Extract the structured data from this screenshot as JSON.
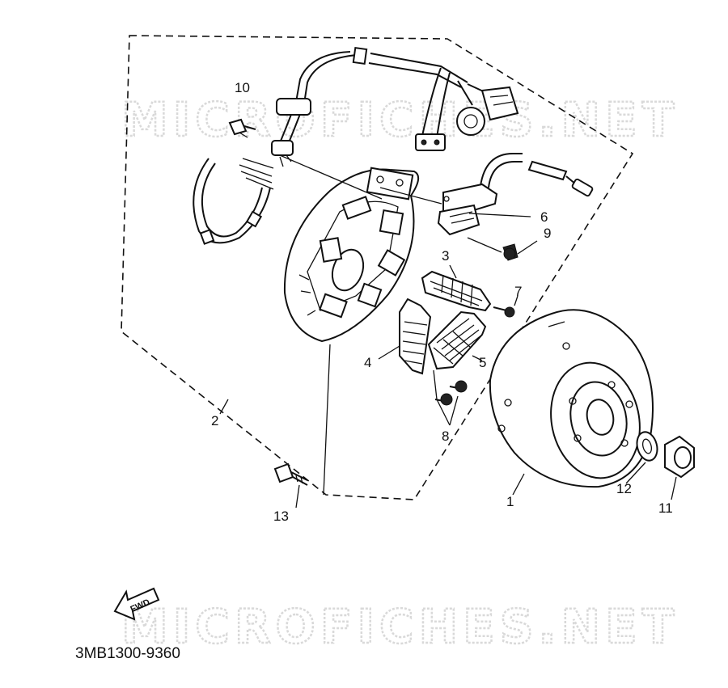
{
  "watermarks": [
    "MICROFICHES.NET",
    "MICROFICHES.NET"
  ],
  "fwd_label": "FWD",
  "drawing_code": "3MB1300-9360",
  "callouts": [
    "1",
    "2",
    "3",
    "4",
    "5",
    "6",
    "7",
    "8",
    "9",
    "10",
    "11",
    "12",
    "13"
  ]
}
